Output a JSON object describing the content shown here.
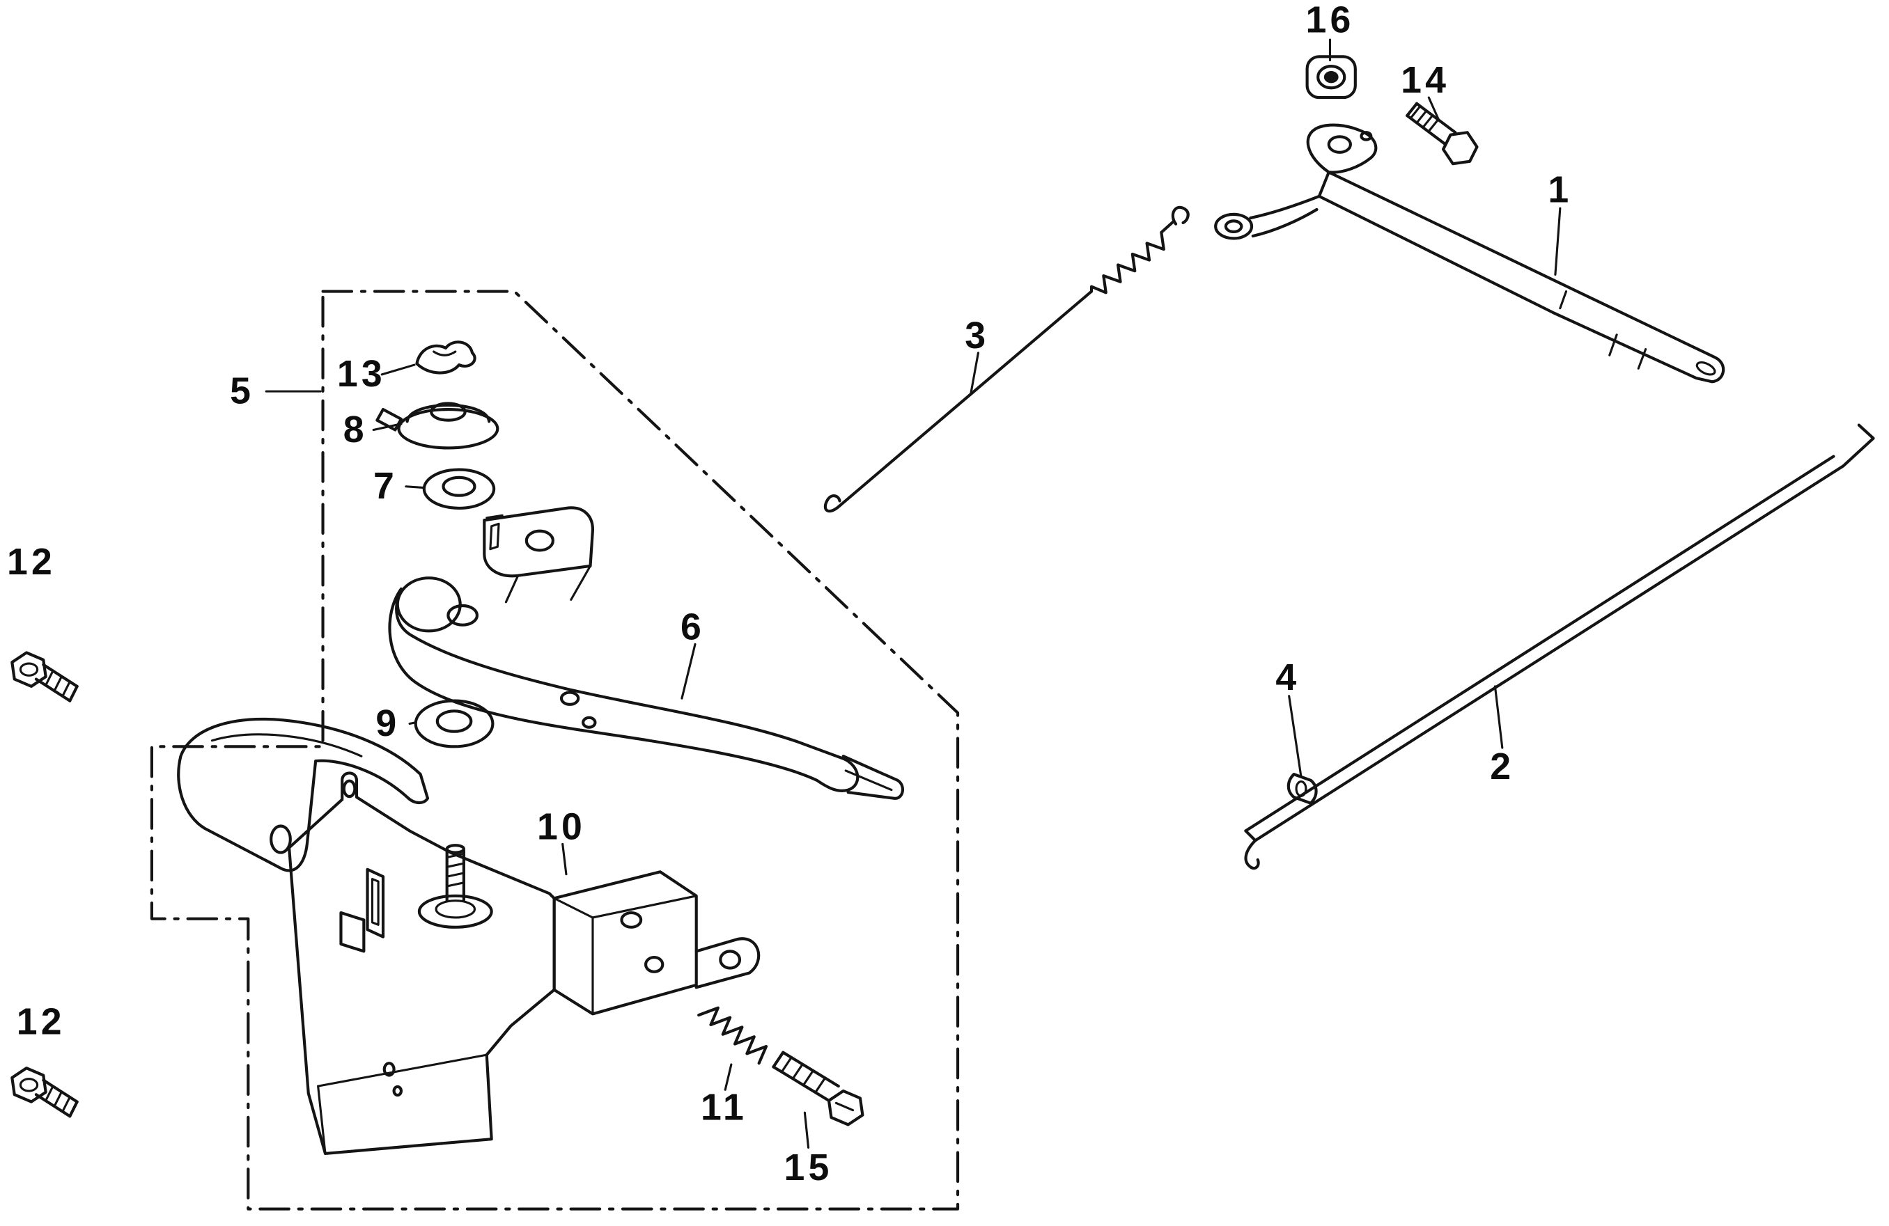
{
  "diagram": {
    "type": "exploded-parts-diagram",
    "background_color": "#ffffff",
    "line_color": "#141414"
  },
  "labels": [
    {
      "text": "16",
      "part": "flange-nut"
    },
    {
      "text": "14",
      "part": "hex-bolt-small"
    },
    {
      "text": "1",
      "part": "control-lever-arm"
    },
    {
      "text": "3",
      "part": "return-spring-rod"
    },
    {
      "text": "5",
      "part": "assembly-boundary"
    },
    {
      "text": "13",
      "part": "clip"
    },
    {
      "text": "8",
      "part": "grommet-cap"
    },
    {
      "text": "7",
      "part": "washer-upper"
    },
    {
      "text": "12",
      "part": "hex-bolt-left-upper"
    },
    {
      "text": "6",
      "part": "throttle-lever"
    },
    {
      "text": "9",
      "part": "washer-lower"
    },
    {
      "text": "4",
      "part": "rod-clip"
    },
    {
      "text": "2",
      "part": "long-control-rod"
    },
    {
      "text": "10",
      "part": "mounting-bracket"
    },
    {
      "text": "12",
      "part": "hex-bolt-left-lower"
    },
    {
      "text": "11",
      "part": "coil-spring-small"
    },
    {
      "text": "15",
      "part": "hex-bolt-lower"
    }
  ]
}
